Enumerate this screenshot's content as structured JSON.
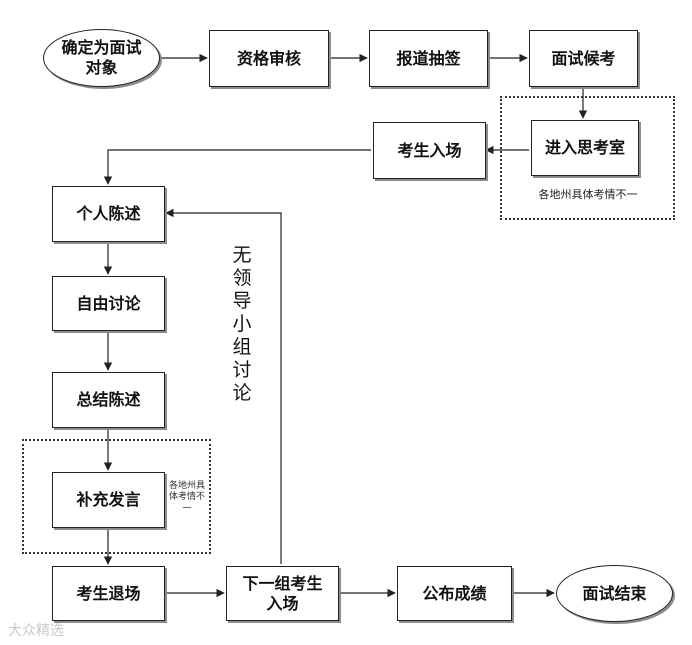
{
  "nodes": {
    "confirm": "确定为面试对象",
    "qualification": "资格审核",
    "checkin_draw": "报道抽签",
    "waiting": "面试候考",
    "thinking_room": "进入思考室",
    "enter_venue": "考生入场",
    "statement": "个人陈述",
    "free_discussion": "自由讨论",
    "summary": "总结陈述",
    "supplement": "补充发言",
    "exit": "考生退场",
    "next_group": "下一组考生入场",
    "publish": "公布成绩",
    "end": "面试结束"
  },
  "notes": {
    "thinking_room": "各地州具体考情不一",
    "supplement": "各地州具体考情不一"
  },
  "loop_label": "无领导小组讨论",
  "watermark": "大众精选"
}
